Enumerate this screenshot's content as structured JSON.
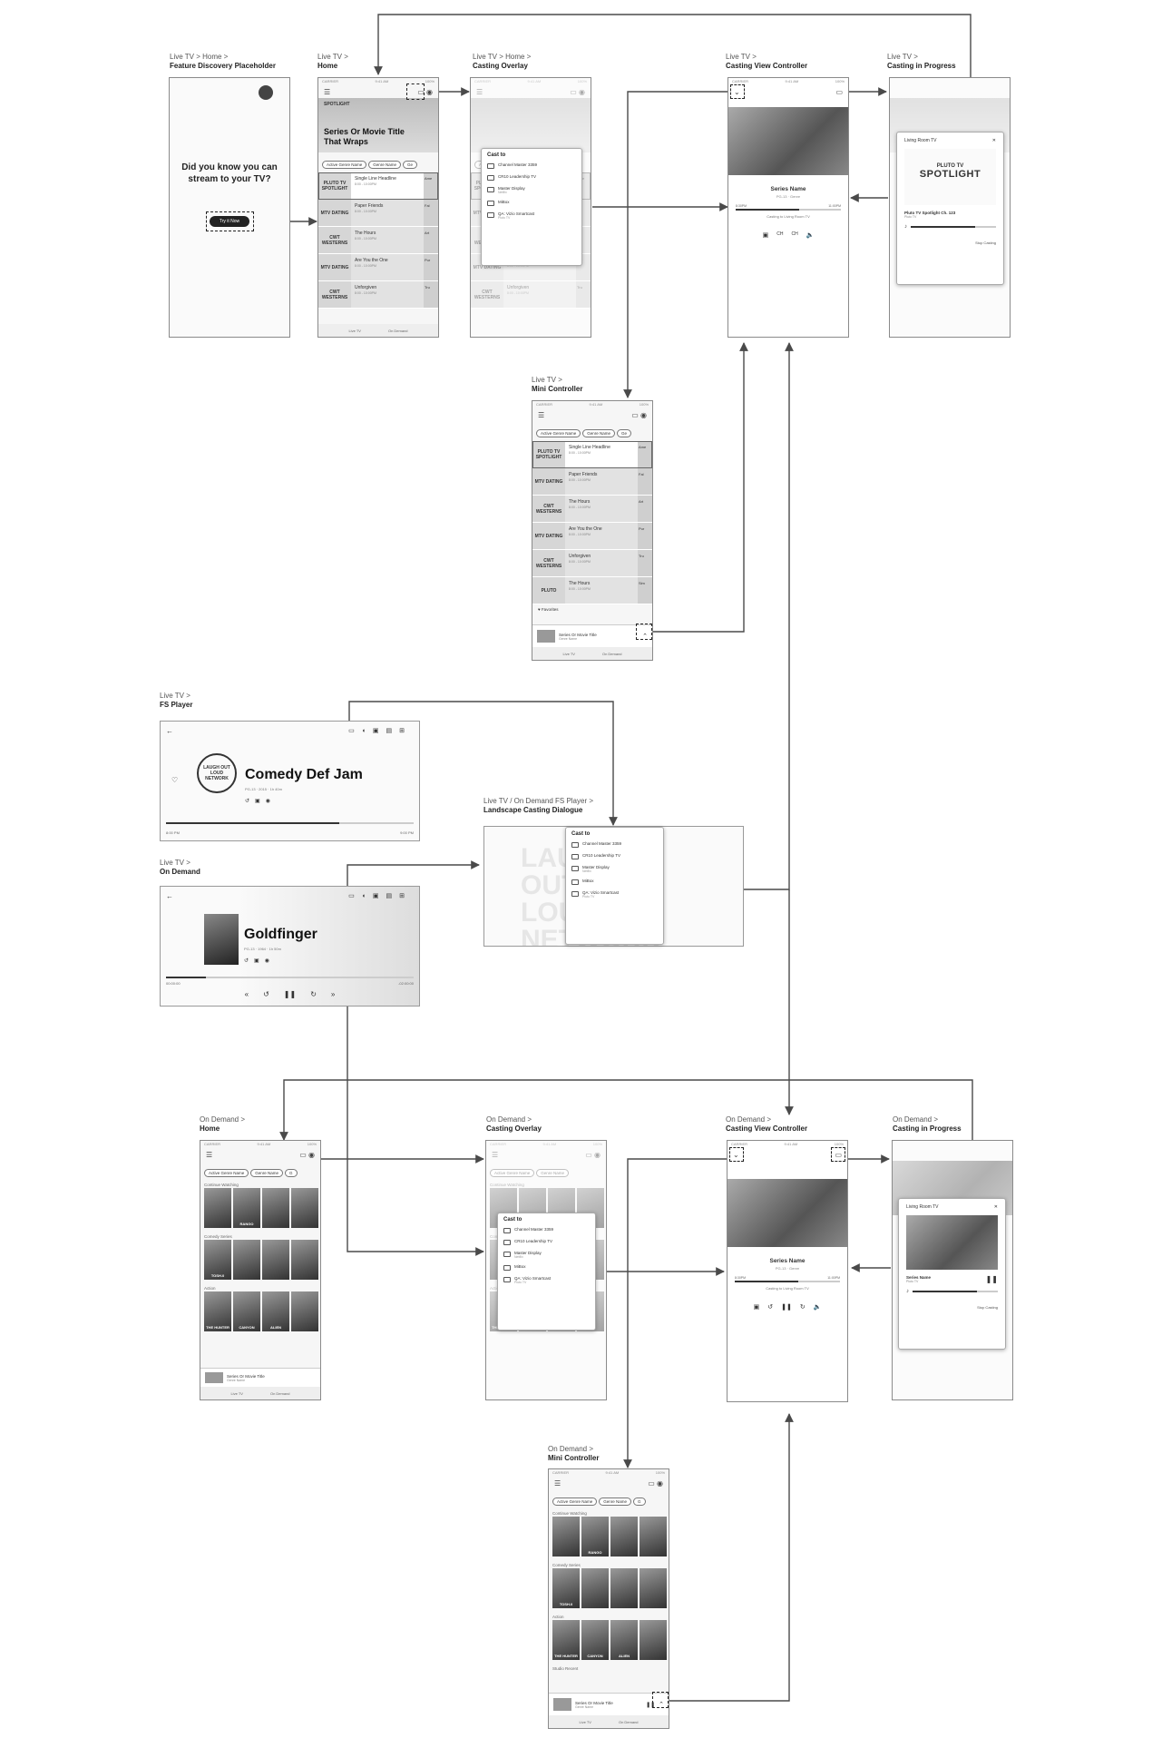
{
  "labels": {
    "feature_discovery": {
      "path": "Live TV > Home >",
      "name": "Feature Discovery Placeholder"
    },
    "live_home": {
      "path": "Live TV >",
      "name": "Home"
    },
    "live_casting_overlay": {
      "path": "Live TV > Home >",
      "name": "Casting Overlay"
    },
    "live_cvc": {
      "path": "Live TV >",
      "name": "Casting View Controller"
    },
    "live_cip": {
      "path": "Live TV >",
      "name": "Casting in Progress"
    },
    "live_mini": {
      "path": "Live TV >",
      "name": "Mini Controller"
    },
    "fs_player": {
      "path": "Live TV >",
      "name": "FS Player"
    },
    "landscape_cast": {
      "path": "Live TV / On Demand FS Player >",
      "name": "Landscape Casting Dialogue"
    },
    "live_ondemand": {
      "path": "Live TV >",
      "name": "On Demand"
    },
    "od_home": {
      "path": "On Demand >",
      "name": "Home"
    },
    "od_casting_overlay": {
      "path": "On Demand >",
      "name": "Casting Overlay"
    },
    "od_cvc": {
      "path": "On Demand >",
      "name": "Casting View Controller"
    },
    "od_cip": {
      "path": "On Demand >",
      "name": "Casting in Progress"
    },
    "od_mini": {
      "path": "On Demand >",
      "name": "Mini Controller"
    }
  },
  "status_bar": {
    "carrier": "CARRIER",
    "time": "9:41 AM",
    "battery": "100%"
  },
  "discovery": {
    "text": "Did you know you can stream to your TV?",
    "button": "Try it Now"
  },
  "home": {
    "brand": "SPOTLIGHT",
    "hero_title": "Series Or Movie Title That Wraps",
    "chips": [
      "Active Genre Name",
      "Genre Name",
      "Ge"
    ]
  },
  "guide_rows": [
    {
      "logo": "PLUTO TV SPOTLIGHT",
      "title": "Single Line Headline",
      "time": "8:00 - 10:00PM",
      "next": "Ame"
    },
    {
      "logo": "MTV DATING",
      "title": "Paper Friends",
      "time": "8:00 - 10:00PM",
      "next": "Fal"
    },
    {
      "logo": "CWT WESTERNS",
      "title": "The Hours",
      "time": "8:00 - 10:00PM",
      "next": "Art"
    },
    {
      "logo": "MTV DATING",
      "title": "Are You the One",
      "time": "8:00 - 10:00PM",
      "next": "Pur"
    },
    {
      "logo": "CWT WESTERNS",
      "title": "Unforgiven",
      "time": "8:00 - 10:00PM",
      "next": "Tru"
    },
    {
      "logo": "PLUTO",
      "title": "The Hours",
      "time": "8:00 - 10:00PM",
      "next": "Sim"
    }
  ],
  "tabs": {
    "live": "Live TV",
    "ondemand": "On Demand"
  },
  "cast_dialog": {
    "title": "Cast to",
    "devices": [
      {
        "name": "Channel Master 3359",
        "sub": ""
      },
      {
        "name": "CR10 Leadership TV",
        "sub": ""
      },
      {
        "name": "Master Display",
        "sub": "Netflix"
      },
      {
        "name": "MiBox",
        "sub": ""
      },
      {
        "name": "QA: Vizio Smartcast",
        "sub": "Pluto TV"
      }
    ]
  },
  "cvc": {
    "series": "Series Name",
    "meta": "PG-13 · Genre",
    "start": "8:30PM",
    "end": "11:00PM",
    "casting": "Casting to Living Room TV",
    "progress": 0.6,
    "ch_up": "CH",
    "ch_down": "CH"
  },
  "cip": {
    "room": "Living Room TV",
    "logo_top": "PLUTO TV",
    "logo_main": "SPOTLIGHT",
    "channel": "Pluto TV Spotlight Ch. 123",
    "channel_sub": "Pluto TV",
    "volume": 0.75,
    "stop": "Stop Casting"
  },
  "od_cip": {
    "room": "Living Room TV",
    "series": "Series Name",
    "sub": "Pluto TV",
    "volume": 0.75,
    "stop": "Stop Casting"
  },
  "mini": {
    "favorites": "Favorites",
    "title": "Series Or Movie Title",
    "sub": "Genre Name"
  },
  "fs_player": {
    "title": "Comedy Def Jam",
    "logo": "LAUGH OUT LOUD NETWORK",
    "meta": [
      "PG-13",
      "2015",
      "1h 40m"
    ],
    "start": "8:00 PM",
    "end": "9:00 PM",
    "progress": 0.7
  },
  "landscape": {
    "bg": "LAUGH OUT LOUD NETWORK"
  },
  "od_player": {
    "title": "Goldfinger",
    "meta": [
      "PG-13",
      "1964",
      "1h 50m"
    ],
    "start": "00:00:00",
    "end": "-02:00:00",
    "progress": 0.16
  },
  "od_home": {
    "chips": [
      "Active Genre Name",
      "Genre Name",
      "G"
    ],
    "sections": [
      {
        "name": "Continue Watching",
        "posters": [
          "",
          "RANGO",
          "",
          ""
        ]
      },
      {
        "name": "Comedy Series",
        "posters": [
          "TOSH.0",
          "",
          "",
          ""
        ]
      },
      {
        "name": "Action",
        "posters": [
          "THE HUNTER",
          "CANYON",
          "ALIEN",
          ""
        ]
      }
    ],
    "mini_title": "Series Or Movie Title",
    "mini_sub": "Genre Name"
  },
  "od_mini": {
    "last_section": "Studio Recent"
  }
}
